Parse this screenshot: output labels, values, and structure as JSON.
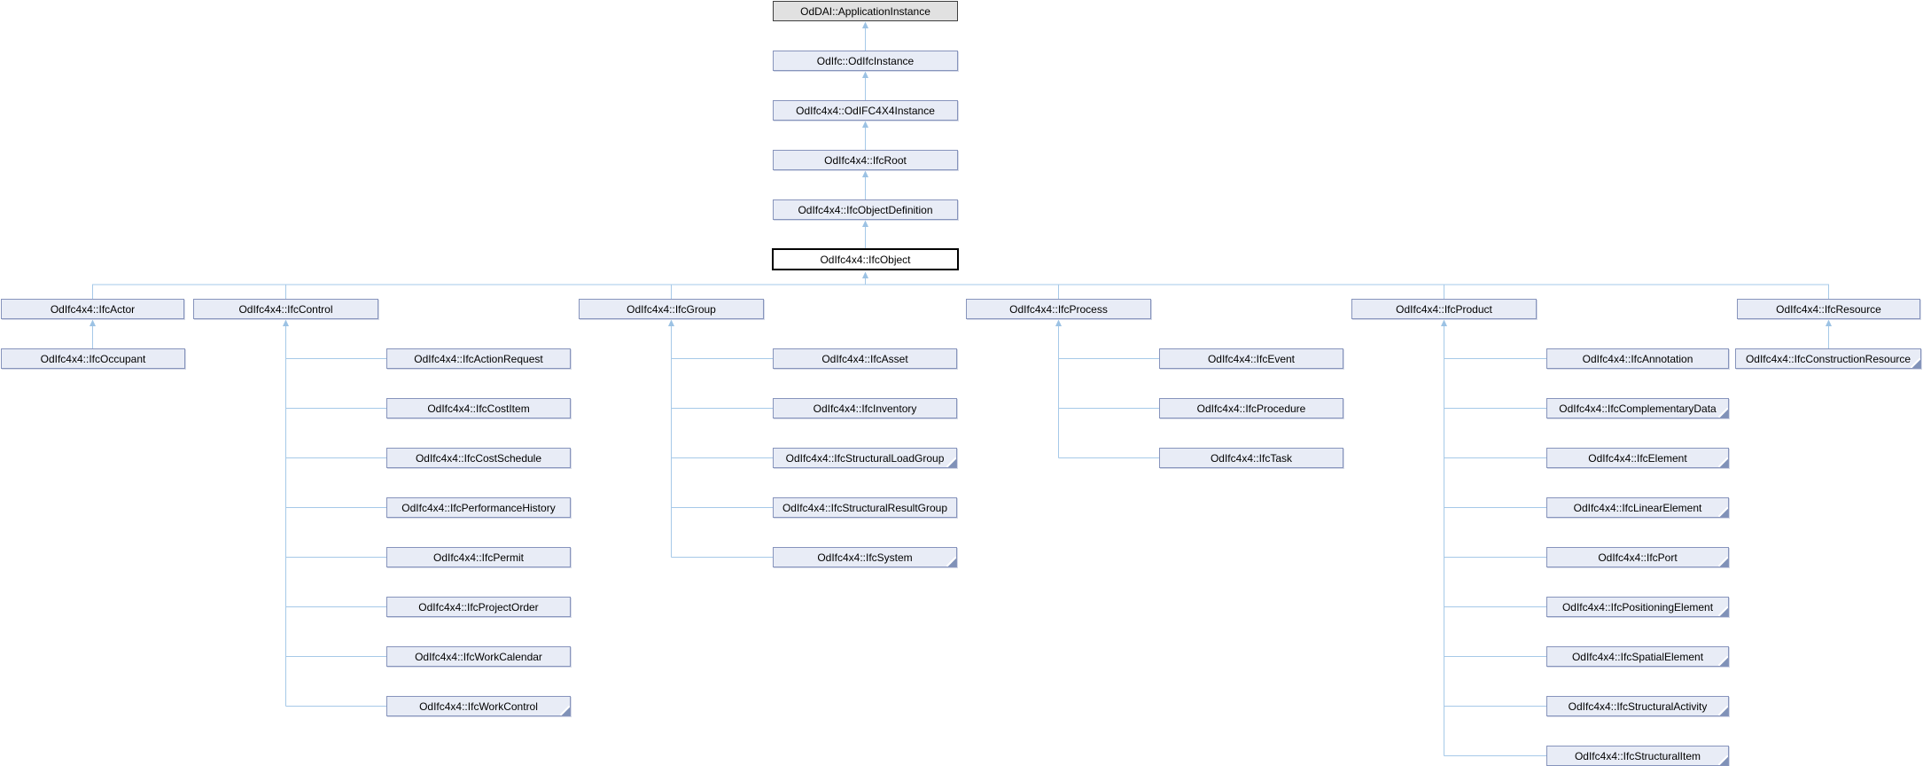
{
  "diagram": {
    "type": "class-inheritance-graph",
    "colors": {
      "background": "#FFFFFF",
      "node_fill": "#E8ECF6",
      "node_border": "#8794BC",
      "root_node_fill": "#E1E1E1",
      "root_node_border": "#3F3F3F",
      "current_node_fill": "#FFFFFF",
      "current_node_border": "#000000",
      "edge_line": "#A6C9E8",
      "edge_arrowhead": "#9CC2E4",
      "truncated_corner": "#8092B8",
      "text": "#000000"
    },
    "nodes": {
      "app_instance": {
        "label": "OdDAI::ApplicationInstance",
        "style": "root"
      },
      "odifc_instance": {
        "label": "OdIfc::OdIfcInstance"
      },
      "odifc4x4_instance": {
        "label": "OdIfc4x4::OdIFC4X4Instance"
      },
      "ifc_root": {
        "label": "OdIfc4x4::IfcRoot"
      },
      "ifc_object_definition": {
        "label": "OdIfc4x4::IfcObjectDefinition"
      },
      "ifc_object": {
        "label": "OdIfc4x4::IfcObject",
        "style": "current"
      },
      "ifc_actor": {
        "label": "OdIfc4x4::IfcActor"
      },
      "ifc_control": {
        "label": "OdIfc4x4::IfcControl"
      },
      "ifc_group": {
        "label": "OdIfc4x4::IfcGroup"
      },
      "ifc_process": {
        "label": "OdIfc4x4::IfcProcess"
      },
      "ifc_product": {
        "label": "OdIfc4x4::IfcProduct"
      },
      "ifc_resource": {
        "label": "OdIfc4x4::IfcResource"
      },
      "ifc_occupant": {
        "label": "OdIfc4x4::IfcOccupant"
      },
      "ifc_action_request": {
        "label": "OdIfc4x4::IfcActionRequest"
      },
      "ifc_cost_item": {
        "label": "OdIfc4x4::IfcCostItem"
      },
      "ifc_cost_schedule": {
        "label": "OdIfc4x4::IfcCostSchedule"
      },
      "ifc_performance_history": {
        "label": "OdIfc4x4::IfcPerformanceHistory"
      },
      "ifc_permit": {
        "label": "OdIfc4x4::IfcPermit"
      },
      "ifc_project_order": {
        "label": "OdIfc4x4::IfcProjectOrder"
      },
      "ifc_work_calendar": {
        "label": "OdIfc4x4::IfcWorkCalendar"
      },
      "ifc_work_control": {
        "label": "OdIfc4x4::IfcWorkControl",
        "truncated": true
      },
      "ifc_asset": {
        "label": "OdIfc4x4::IfcAsset"
      },
      "ifc_inventory": {
        "label": "OdIfc4x4::IfcInventory"
      },
      "ifc_structural_load_group": {
        "label": "OdIfc4x4::IfcStructuralLoadGroup",
        "truncated": true
      },
      "ifc_structural_result_group": {
        "label": "OdIfc4x4::IfcStructuralResultGroup"
      },
      "ifc_system": {
        "label": "OdIfc4x4::IfcSystem",
        "truncated": true
      },
      "ifc_event": {
        "label": "OdIfc4x4::IfcEvent"
      },
      "ifc_procedure": {
        "label": "OdIfc4x4::IfcProcedure"
      },
      "ifc_task": {
        "label": "OdIfc4x4::IfcTask"
      },
      "ifc_annotation": {
        "label": "OdIfc4x4::IfcAnnotation"
      },
      "ifc_complementary_data": {
        "label": "OdIfc4x4::IfcComplementaryData",
        "truncated": true
      },
      "ifc_element": {
        "label": "OdIfc4x4::IfcElement",
        "truncated": true
      },
      "ifc_linear_element": {
        "label": "OdIfc4x4::IfcLinearElement",
        "truncated": true
      },
      "ifc_port": {
        "label": "OdIfc4x4::IfcPort",
        "truncated": true
      },
      "ifc_positioning_element": {
        "label": "OdIfc4x4::IfcPositioningElement",
        "truncated": true
      },
      "ifc_spatial_element": {
        "label": "OdIfc4x4::IfcSpatialElement",
        "truncated": true
      },
      "ifc_structural_activity": {
        "label": "OdIfc4x4::IfcStructuralActivity",
        "truncated": true
      },
      "ifc_structural_item": {
        "label": "OdIfc4x4::IfcStructuralItem",
        "truncated": true
      },
      "ifc_construction_resource": {
        "label": "OdIfc4x4::IfcConstructionResource",
        "truncated": true
      }
    },
    "edges": [
      {
        "from": "odifc_instance",
        "to": "app_instance"
      },
      {
        "from": "odifc4x4_instance",
        "to": "odifc_instance"
      },
      {
        "from": "ifc_root",
        "to": "odifc4x4_instance"
      },
      {
        "from": "ifc_object_definition",
        "to": "ifc_root"
      },
      {
        "from": "ifc_object",
        "to": "ifc_object_definition"
      },
      {
        "from": "ifc_actor",
        "to": "ifc_object"
      },
      {
        "from": "ifc_control",
        "to": "ifc_object"
      },
      {
        "from": "ifc_group",
        "to": "ifc_object"
      },
      {
        "from": "ifc_process",
        "to": "ifc_object"
      },
      {
        "from": "ifc_product",
        "to": "ifc_object"
      },
      {
        "from": "ifc_resource",
        "to": "ifc_object"
      },
      {
        "from": "ifc_occupant",
        "to": "ifc_actor"
      },
      {
        "from": "ifc_action_request",
        "to": "ifc_control"
      },
      {
        "from": "ifc_cost_item",
        "to": "ifc_control"
      },
      {
        "from": "ifc_cost_schedule",
        "to": "ifc_control"
      },
      {
        "from": "ifc_performance_history",
        "to": "ifc_control"
      },
      {
        "from": "ifc_permit",
        "to": "ifc_control"
      },
      {
        "from": "ifc_project_order",
        "to": "ifc_control"
      },
      {
        "from": "ifc_work_calendar",
        "to": "ifc_control"
      },
      {
        "from": "ifc_work_control",
        "to": "ifc_control"
      },
      {
        "from": "ifc_asset",
        "to": "ifc_group"
      },
      {
        "from": "ifc_inventory",
        "to": "ifc_group"
      },
      {
        "from": "ifc_structural_load_group",
        "to": "ifc_group"
      },
      {
        "from": "ifc_structural_result_group",
        "to": "ifc_group"
      },
      {
        "from": "ifc_system",
        "to": "ifc_group"
      },
      {
        "from": "ifc_event",
        "to": "ifc_process"
      },
      {
        "from": "ifc_procedure",
        "to": "ifc_process"
      },
      {
        "from": "ifc_task",
        "to": "ifc_process"
      },
      {
        "from": "ifc_annotation",
        "to": "ifc_product"
      },
      {
        "from": "ifc_complementary_data",
        "to": "ifc_product"
      },
      {
        "from": "ifc_element",
        "to": "ifc_product"
      },
      {
        "from": "ifc_linear_element",
        "to": "ifc_product"
      },
      {
        "from": "ifc_port",
        "to": "ifc_product"
      },
      {
        "from": "ifc_positioning_element",
        "to": "ifc_product"
      },
      {
        "from": "ifc_spatial_element",
        "to": "ifc_product"
      },
      {
        "from": "ifc_structural_activity",
        "to": "ifc_product"
      },
      {
        "from": "ifc_structural_item",
        "to": "ifc_product"
      },
      {
        "from": "ifc_construction_resource",
        "to": "ifc_resource"
      }
    ]
  }
}
